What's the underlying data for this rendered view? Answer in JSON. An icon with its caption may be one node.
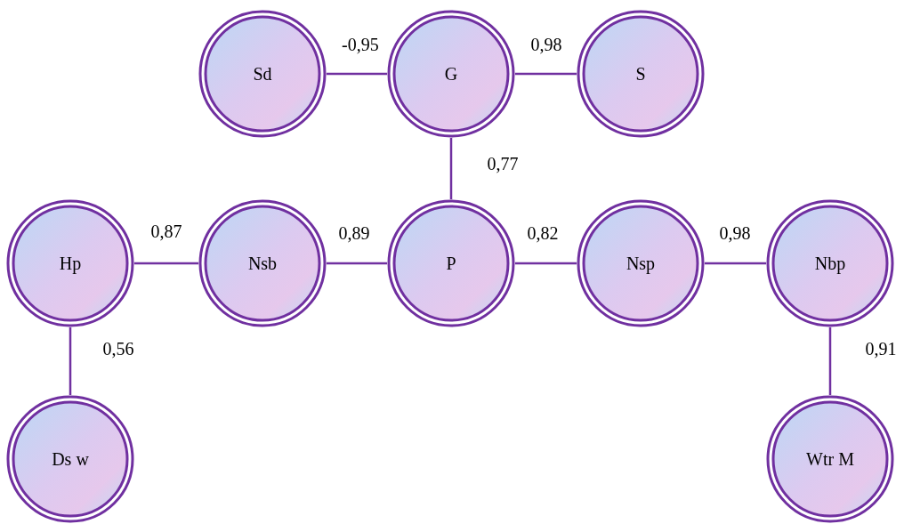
{
  "diagram": {
    "nodes": [
      {
        "text": [
          "Sd"
        ]
      },
      {
        "text": [
          "G"
        ]
      },
      {
        "text": [
          "S"
        ]
      },
      {
        "text": [
          "Hp"
        ]
      },
      {
        "text": [
          "Nsb"
        ]
      },
      {
        "text": [
          "P"
        ]
      },
      {
        "text": [
          "Nsp"
        ]
      },
      {
        "text": [
          "Nbp"
        ]
      },
      {
        "text": [
          "Ds w"
        ]
      },
      {
        "text": [
          "Wtr M"
        ]
      }
    ],
    "edges": [
      {
        "from": 0,
        "to": 1,
        "arrow": "none",
        "label": "-0,95"
      },
      {
        "from": 1,
        "to": 2,
        "arrow": "none",
        "label": "0,98"
      },
      {
        "from": 1,
        "to": 5,
        "arrow": "none",
        "label": "0,77"
      },
      {
        "from": 3,
        "to": 4,
        "arrow": "none",
        "label": "0,87"
      },
      {
        "from": 4,
        "to": 5,
        "arrow": "none",
        "label": "0,89"
      },
      {
        "from": 5,
        "to": 6,
        "arrow": "none",
        "label": "0,82"
      },
      {
        "from": 6,
        "to": 7,
        "arrow": "none",
        "label": "0,98"
      },
      {
        "from": 3,
        "to": 8,
        "arrow": "none",
        "label": "0,56"
      },
      {
        "from": 7,
        "to": 9,
        "arrow": "none",
        "label": "0,91"
      }
    ]
  }
}
